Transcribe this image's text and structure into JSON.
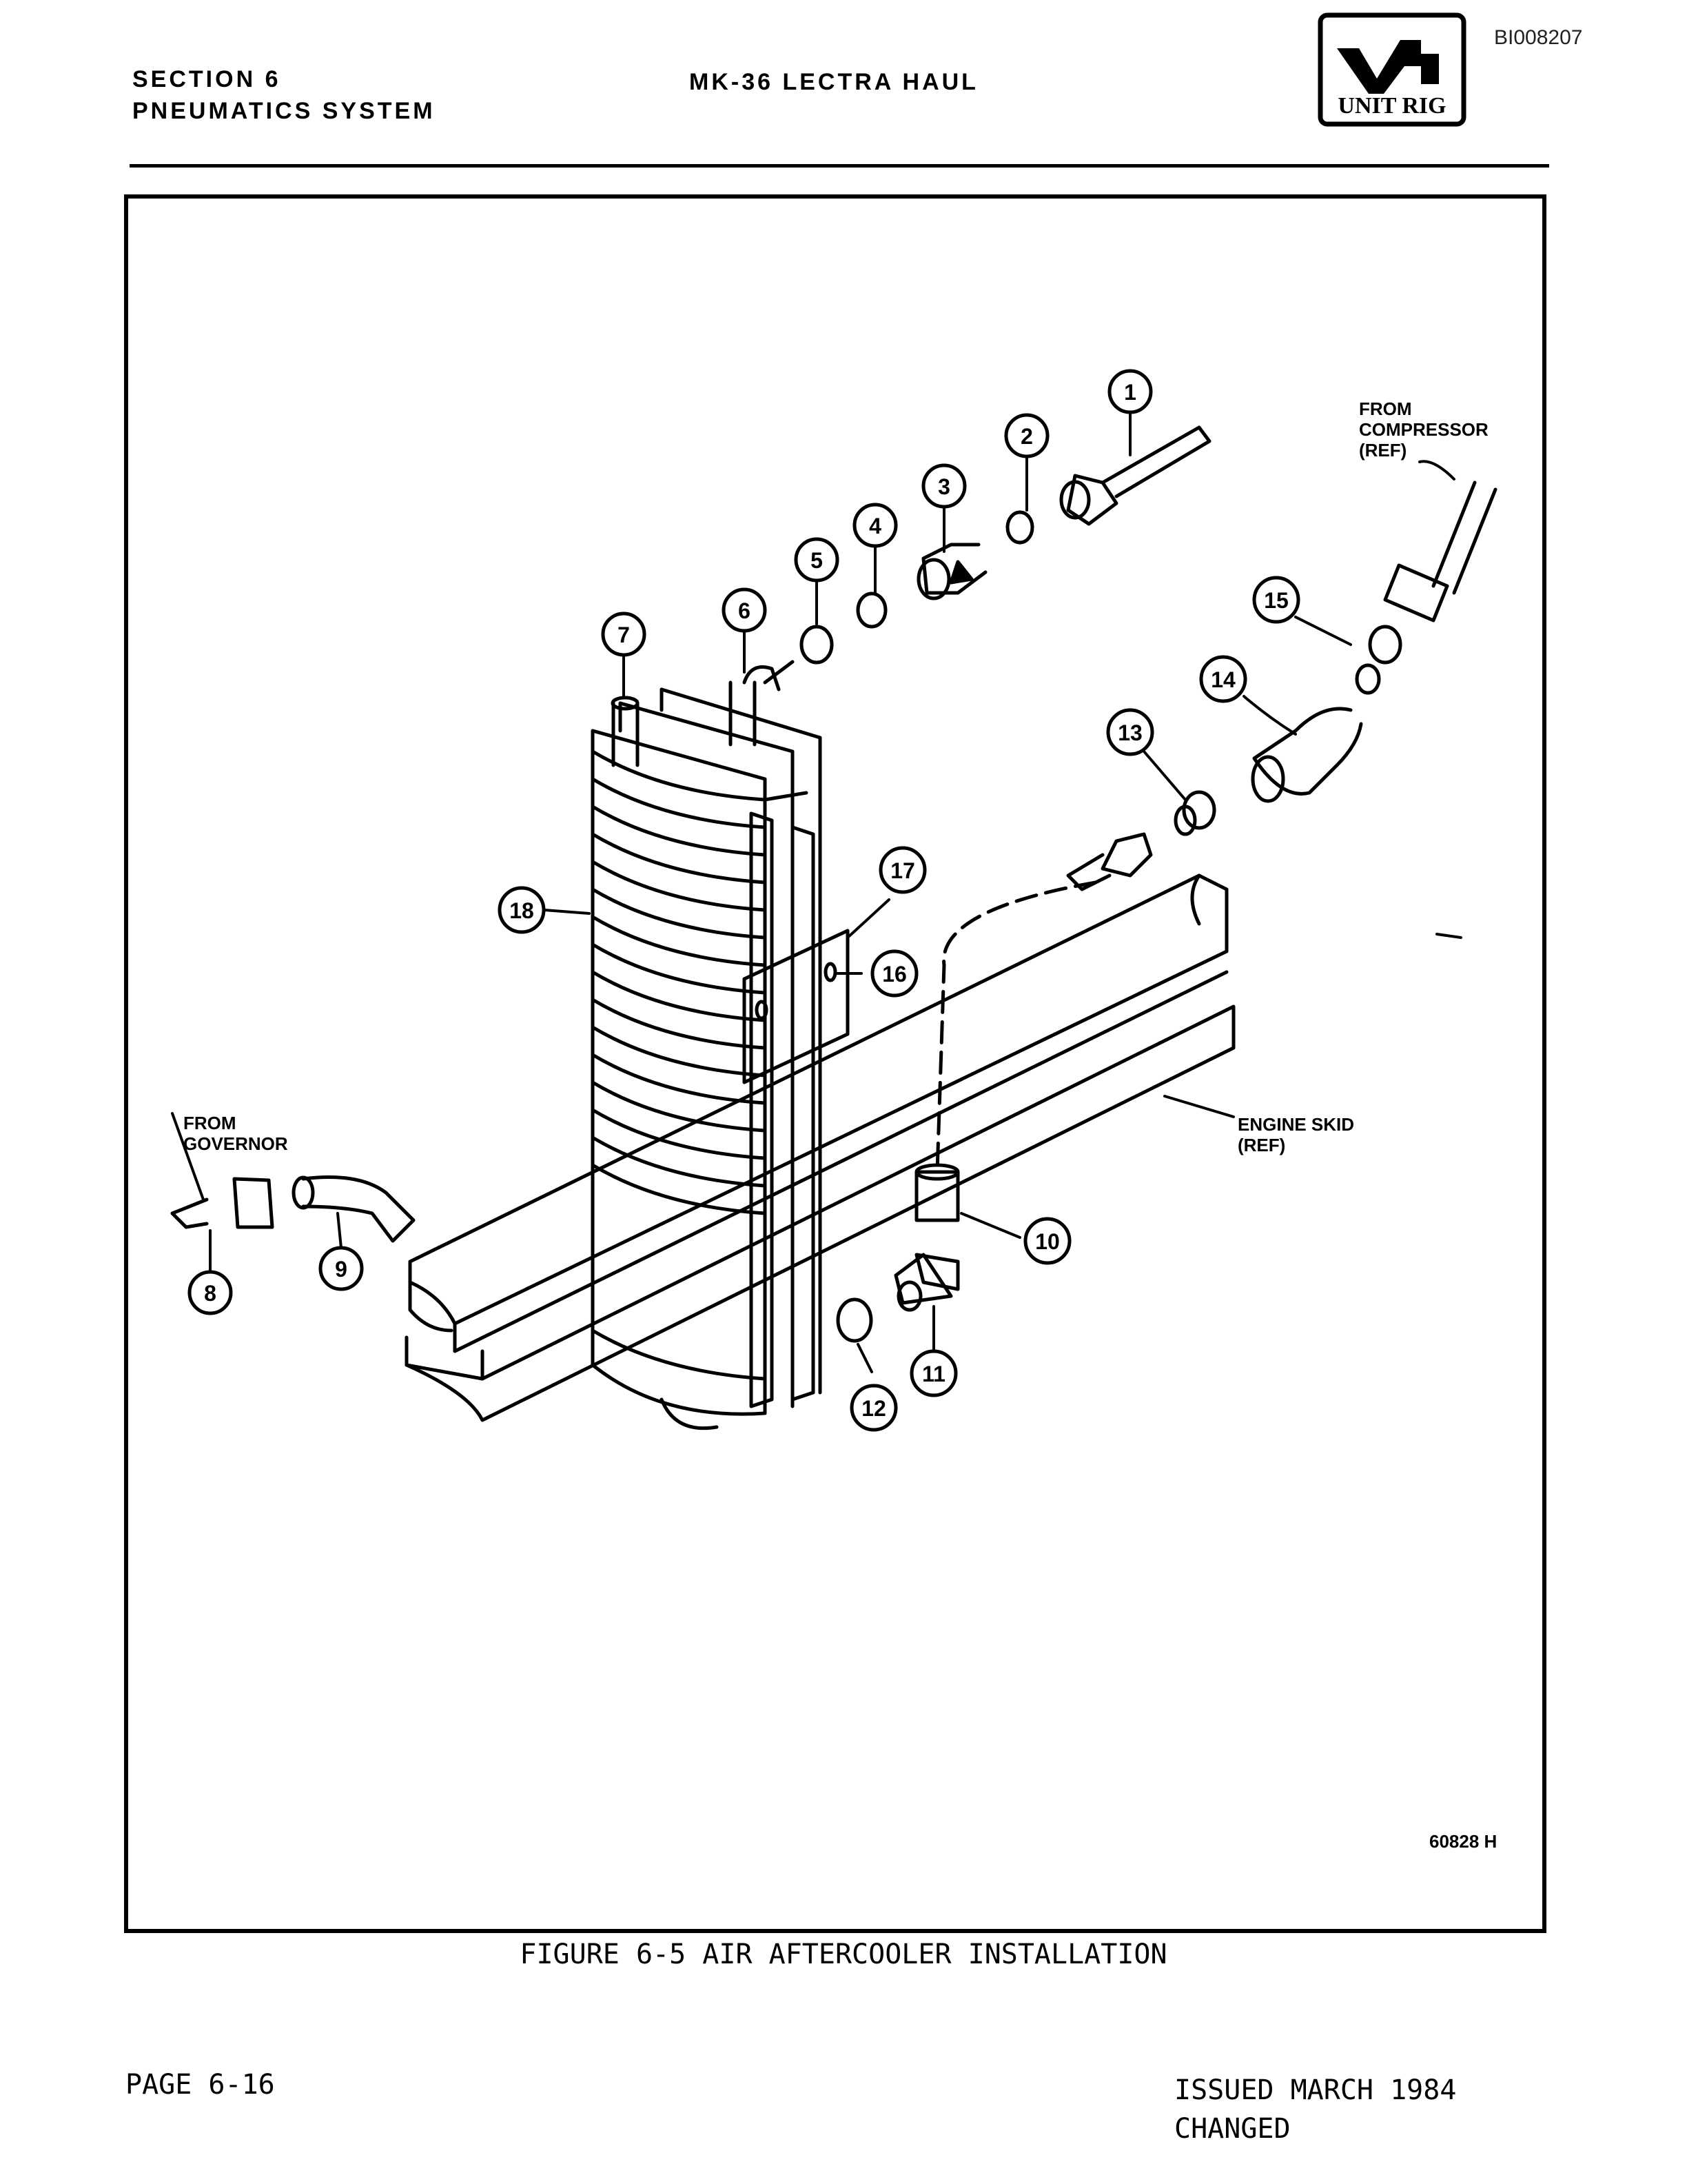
{
  "header": {
    "section": "SECTION 6",
    "system": "PNEUMATICS SYSTEM",
    "title": "MK-36 LECTRA HAUL",
    "doc_id": "BI008207",
    "logo_text": "UNIT RIG"
  },
  "figure": {
    "caption": "FIGURE 6-5 AIR AFTERCOOLER INSTALLATION",
    "figure_number": "60828 H",
    "labels": {
      "from_compressor_1": "FROM",
      "from_compressor_2": "COMPRESSOR",
      "from_compressor_3": "(REF)",
      "from_governor_1": "FROM",
      "from_governor_2": "GOVERNOR",
      "engine_skid_1": "ENGINE SKID",
      "engine_skid_2": "(REF)"
    },
    "callouts": [
      "1",
      "2",
      "3",
      "4",
      "5",
      "6",
      "7",
      "8",
      "9",
      "10",
      "11",
      "12",
      "13",
      "14",
      "15",
      "16",
      "17",
      "18"
    ]
  },
  "footer": {
    "page": "PAGE 6-16",
    "issued": "ISSUED MARCH 1984",
    "changed": "CHANGED"
  }
}
